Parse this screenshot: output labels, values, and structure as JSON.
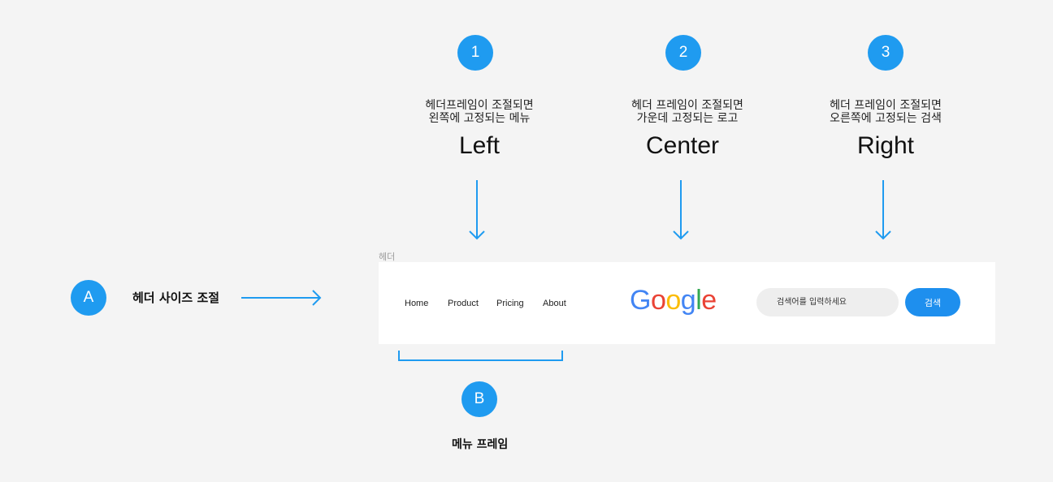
{
  "callouts": [
    {
      "number": "1",
      "line1": "헤더프레임이 조절되면",
      "line2": "왼쪽에 고정되는 메뉴",
      "position": "Left"
    },
    {
      "number": "2",
      "line1": "헤더 프레임이 조절되면",
      "line2": "가운데 고정되는 로고",
      "position": "Center"
    },
    {
      "number": "3",
      "line1": "헤더 프레임이 조절되면",
      "line2": "오른쪽에 고정되는 검색",
      "position": "Right"
    }
  ],
  "resize": {
    "badge": "A",
    "label": "헤더 사이즈 조절"
  },
  "menu_frame": {
    "badge": "B",
    "label": "메뉴 프레임"
  },
  "header": {
    "frame_label": "헤더",
    "nav": [
      "Home",
      "Product",
      "Pricing",
      "About"
    ],
    "logo_letters": [
      "G",
      "o",
      "o",
      "g",
      "l",
      "e"
    ],
    "logo_colors": [
      "#4285F4",
      "#EA4335",
      "#FBBC05",
      "#4285F4",
      "#34A853",
      "#EA4335"
    ],
    "search_placeholder": "검색어를 입력하세요",
    "search_button": "검색"
  },
  "colors": {
    "accent": "#1f9bf0",
    "button": "#1e8fee",
    "background": "#f4f4f4"
  }
}
